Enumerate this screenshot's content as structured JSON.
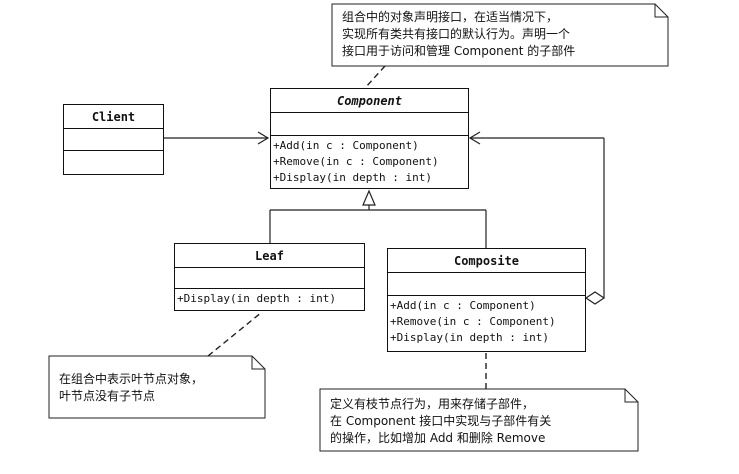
{
  "classes": {
    "client": {
      "name": "Client"
    },
    "component": {
      "name": "Component",
      "operations": [
        "+Add(in c : Component)",
        "+Remove(in c : Component)",
        "+Display(in depth : int)"
      ]
    },
    "leaf": {
      "name": "Leaf",
      "operations": [
        "+Display(in depth : int)"
      ]
    },
    "composite": {
      "name": "Composite",
      "operations": [
        "+Add(in c : Component)",
        "+Remove(in c : Component)",
        "+Display(in depth : int)"
      ]
    }
  },
  "notes": {
    "component_note": [
      "组合中的对象声明接口，在适当情况下，",
      "实现所有类共有接口的默认行为。声明一个",
      "接口用于访问和管理 Component 的子部件"
    ],
    "leaf_note": [
      "在组合中表示叶节点对象，",
      "叶节点没有子节点"
    ],
    "composite_note": [
      "定义有枝节点行为，用来存储子部件，",
      "在 Component 接口中实现与子部件有关",
      "的操作，比如增加 Add 和删除 Remove"
    ]
  }
}
